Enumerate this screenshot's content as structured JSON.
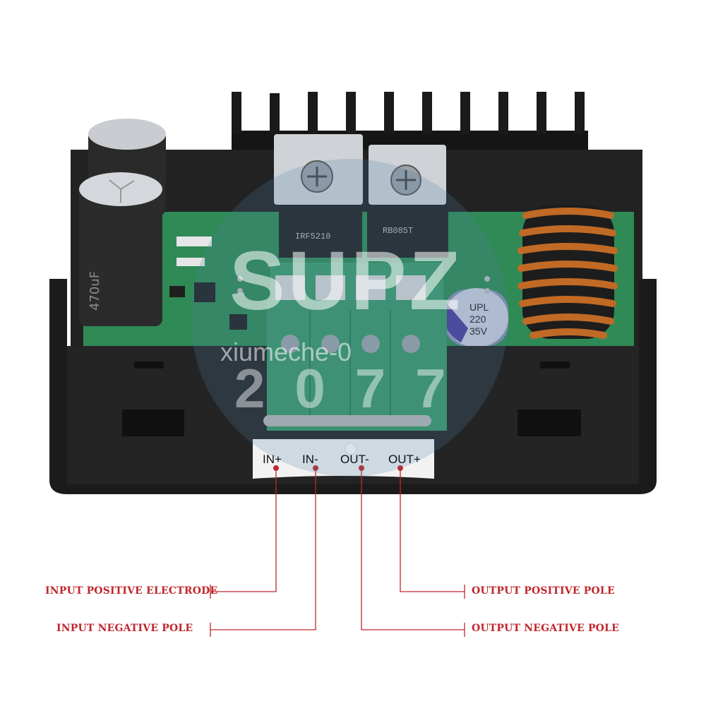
{
  "photo": {
    "subject": "DC buck converter module, rear view with green terminal block",
    "colors": {
      "case": "#1a1a1a",
      "pcb": "#2f8a55",
      "terminal": "#3d9a6b",
      "coil": "#c06a25",
      "label_red": "#c0272d"
    }
  },
  "terminals": [
    "IN+",
    "IN-",
    "OUT-",
    "OUT+"
  ],
  "component_text": {
    "mosfet_left": "IRF5210",
    "mosfet_right": "RB085T",
    "capacitor_small": [
      "UPL",
      "220",
      "35V"
    ],
    "capacitor_big": "470uF"
  },
  "callouts": {
    "input_positive": "INPUT POSITIVE ELECTRODE",
    "input_negative": "INPUT NEGATIVE POLE",
    "output_positive": "OUTPUT POSITIVE POLE",
    "output_negative": "OUTPUT NEGATIVE POLE"
  },
  "watermark": {
    "brand": "SUPZ",
    "year": "2077",
    "handle": "xiumeche-0"
  }
}
